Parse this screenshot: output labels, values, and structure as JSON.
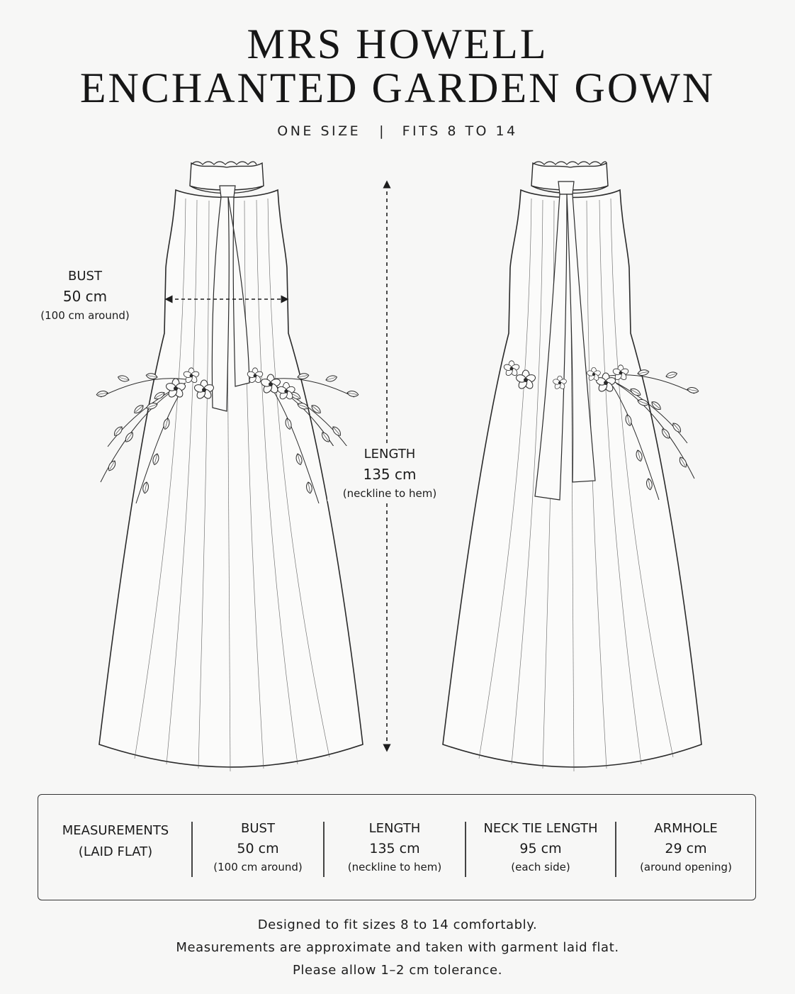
{
  "title": {
    "line1": "MRS HOWELL",
    "line2": "ENCHANTED GARDEN GOWN"
  },
  "subtitle": {
    "size": "ONE SIZE",
    "separator": "|",
    "fits": "FITS 8 TO 14"
  },
  "callouts": {
    "bust": {
      "label": "BUST",
      "value": "50 cm",
      "note": "(100 cm around)"
    },
    "length": {
      "label": "LENGTH",
      "value": "135 cm",
      "note": "(neckline to hem)"
    }
  },
  "table": {
    "header": {
      "line1": "MEASUREMENTS",
      "line2": "(LAID FLAT)"
    },
    "columns": [
      {
        "label": "BUST",
        "value": "50 cm",
        "note": "(100 cm around)"
      },
      {
        "label": "LENGTH",
        "value": "135 cm",
        "note": "(neckline to hem)"
      },
      {
        "label": "NECK TIE LENGTH",
        "value": "95 cm",
        "note": "(each side)"
      },
      {
        "label": "ARMHOLE",
        "value": "29 cm",
        "note": "(around opening)"
      }
    ]
  },
  "footer": {
    "line1": "Designed to fit sizes 8 to 14 comfortably.",
    "line2": "Measurements are approximate and taken with garment laid flat.",
    "line3": "Please allow 1–2 cm tolerance."
  },
  "illustrations": {
    "front": "gown-front-drawing",
    "back": "gown-back-drawing",
    "line_color": "#2a2a2a",
    "background": "#f7f7f6"
  }
}
